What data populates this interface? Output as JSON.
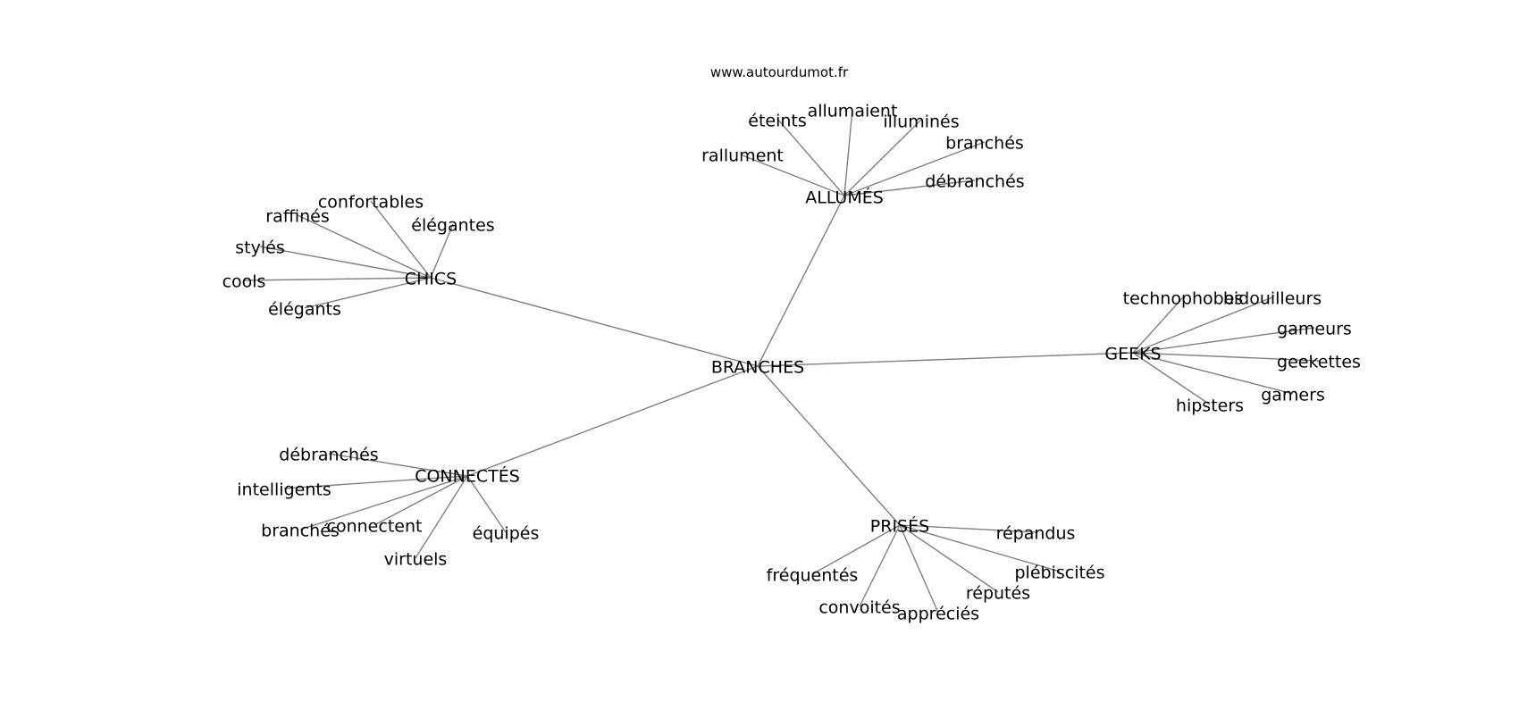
{
  "site": {
    "watermark": "www.autourdumot.fr"
  },
  "colors": {
    "edge": "#808080",
    "label": "#000000",
    "background": "#ffffff"
  },
  "graph": {
    "center": "BRANCHES",
    "groups": [
      {
        "id": "allumes",
        "label": "ALLUMÉS",
        "words": [
          "éteints",
          "allumaient",
          "illuminés",
          "rallument",
          "branchés",
          "débranchés"
        ]
      },
      {
        "id": "chics",
        "label": "CHICS",
        "words": [
          "confortables",
          "raffinés",
          "élégantes",
          "stylés",
          "cools",
          "élégants"
        ]
      },
      {
        "id": "geeks",
        "label": "GEEKS",
        "words": [
          "technophobes",
          "bidouilleurs",
          "gameurs",
          "geekettes",
          "gamers",
          "hipsters"
        ]
      },
      {
        "id": "connectes",
        "label": "CONNECTÉS",
        "words": [
          "débranchés",
          "intelligents",
          "branchés",
          "connectent",
          "équipés",
          "virtuels"
        ]
      },
      {
        "id": "prises",
        "label": "PRISÉS",
        "words": [
          "répandus",
          "fréquentés",
          "plébiscités",
          "réputés",
          "convoités",
          "appréciés"
        ]
      }
    ]
  }
}
